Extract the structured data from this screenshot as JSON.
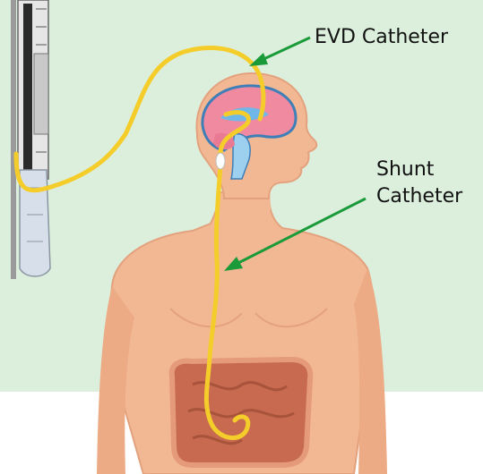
{
  "labels": {
    "evd_catheter": "EVD Catheter",
    "shunt_line1": "Shunt",
    "shunt_line2": "Catheter"
  },
  "colors": {
    "background_panel": "#dcefdc",
    "skin": "#f2b894",
    "catheter": "#f5cd2b",
    "arrow": "#1b9a3a",
    "brain": "#f08aa0",
    "intestine": "#c76a4f"
  }
}
